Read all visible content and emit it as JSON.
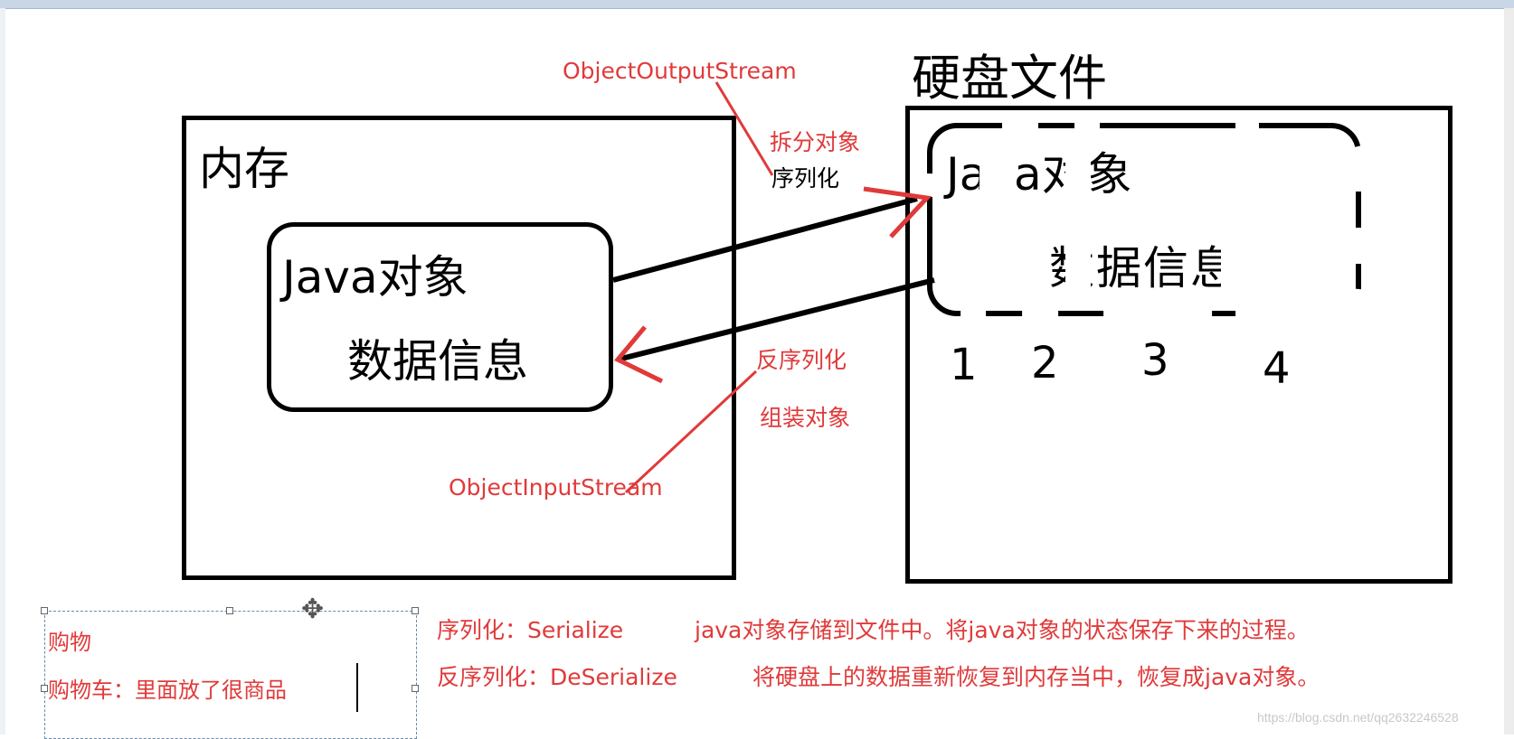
{
  "diagram": {
    "memory_box": {
      "label": "内存",
      "object_title": "Java对象",
      "object_body": "数据信息"
    },
    "disk_box": {
      "label": "硬盘文件",
      "object_title": "Java对象",
      "object_body": "数据信息",
      "parts": [
        "1",
        "2",
        "3",
        "4"
      ]
    },
    "serialize": {
      "stream": "ObjectOutputStream",
      "note_top": "拆分对象",
      "note_bottom": "序列化"
    },
    "deserialize": {
      "stream": "ObjectInputStream",
      "note_top": "反序列化",
      "note_bottom": "组装对象"
    },
    "colors": {
      "annotation": "#e03a3a",
      "stroke": "#000000"
    }
  },
  "notes": {
    "selected_textbox": {
      "line1": "购物",
      "line2": "购物车：里面放了很商品"
    },
    "definitions": [
      {
        "term": "序列化：Serialize",
        "desc": "java对象存储到文件中。将java对象的状态保存下来的过程。"
      },
      {
        "term": "反序列化：DeSerialize",
        "desc": "将硬盘上的数据重新恢复到内存当中，恢复成java对象。"
      }
    ]
  },
  "watermark": "https://blog.csdn.net/qq2632246528"
}
